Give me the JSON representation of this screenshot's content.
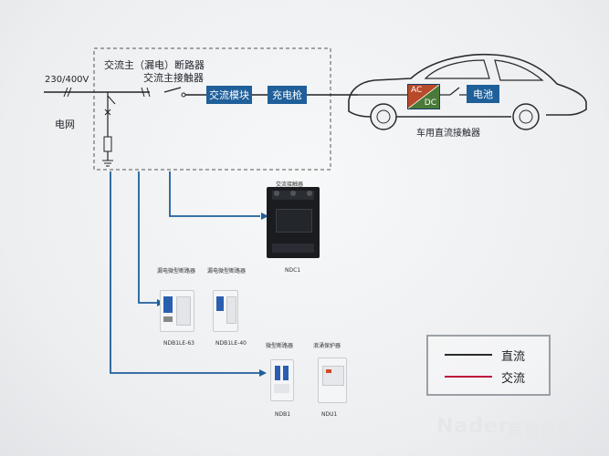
{
  "diagram": {
    "supply_voltage": "230/400V",
    "grid_label": "电网",
    "main_breaker_label": "交流主（漏电）断路器",
    "main_contactor_label": "交流主接触器",
    "ac_module_label": "交流模块",
    "charger_gun_label": "充电枪",
    "car_contactor_label": "车用直流接触器",
    "battery_label": "电池",
    "converter_ac": "AC",
    "converter_dc": "DC"
  },
  "products": {
    "contactor": {
      "title": "交流接触器",
      "model": "NDC1"
    },
    "rcbo_63": {
      "title": "漏电微型断路器",
      "model": "NDB1LE-63"
    },
    "rcbo_40": {
      "title": "漏电微型断路器",
      "model": "NDB1LE-40"
    },
    "mcb": {
      "title": "微型断路器",
      "model": "NDB1"
    },
    "spd": {
      "title": "浪涌保护器",
      "model": "NDU1"
    }
  },
  "legend": {
    "dc_label": "直流",
    "ac_label": "交流",
    "dc_color": "#2b2b2b",
    "ac_color": "#c0143c"
  },
  "brand": {
    "name": "Nader",
    "cn": "良信电器"
  }
}
